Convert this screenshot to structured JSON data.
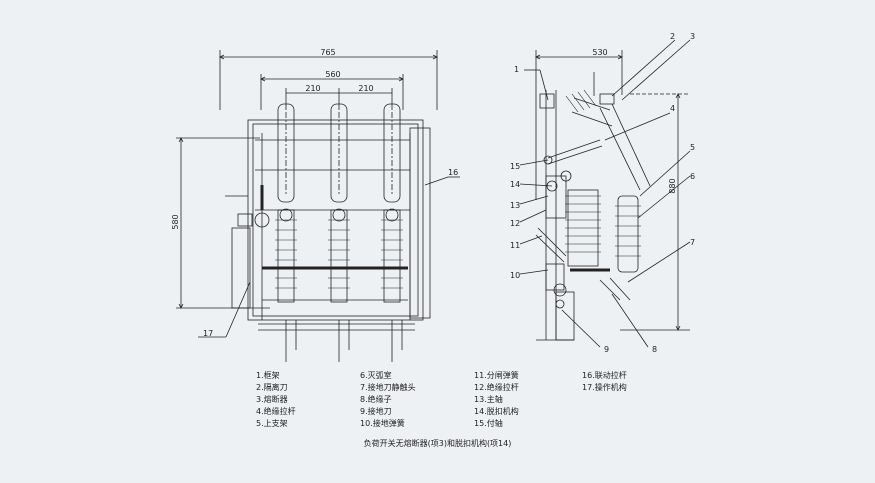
{
  "dimensions": {
    "overall_width": "765",
    "inner_width": "560",
    "pitch_left": "210",
    "pitch_right": "210",
    "height_left": "580",
    "depth": "530",
    "height_right": "880"
  },
  "callouts": [
    "1",
    "2",
    "3",
    "4",
    "5",
    "6",
    "7",
    "8",
    "9",
    "10",
    "11",
    "12",
    "13",
    "14",
    "15",
    "16",
    "17"
  ],
  "legend": {
    "col1": [
      "1.框架",
      "2.隔离刀",
      "3.熔断器",
      "4.绝缘拉杆",
      "5.上支架"
    ],
    "col2": [
      "6.灭弧室",
      "7.接地刀静触头",
      "8.绝缘子",
      "9.接地刀",
      "10.接地弹簧"
    ],
    "col3": [
      "11.分闸弹簧",
      "12.绝缘拉杆",
      "13.主轴",
      "14.脱扣机构",
      "15.付轴"
    ],
    "col4": [
      "16.联动拉杆",
      "17.操作机构"
    ]
  },
  "caption": "负荷开关无熔断器(项3)和脱扣机构(项14)",
  "colors": {
    "background": "#eef1f4",
    "line": "#222222"
  }
}
